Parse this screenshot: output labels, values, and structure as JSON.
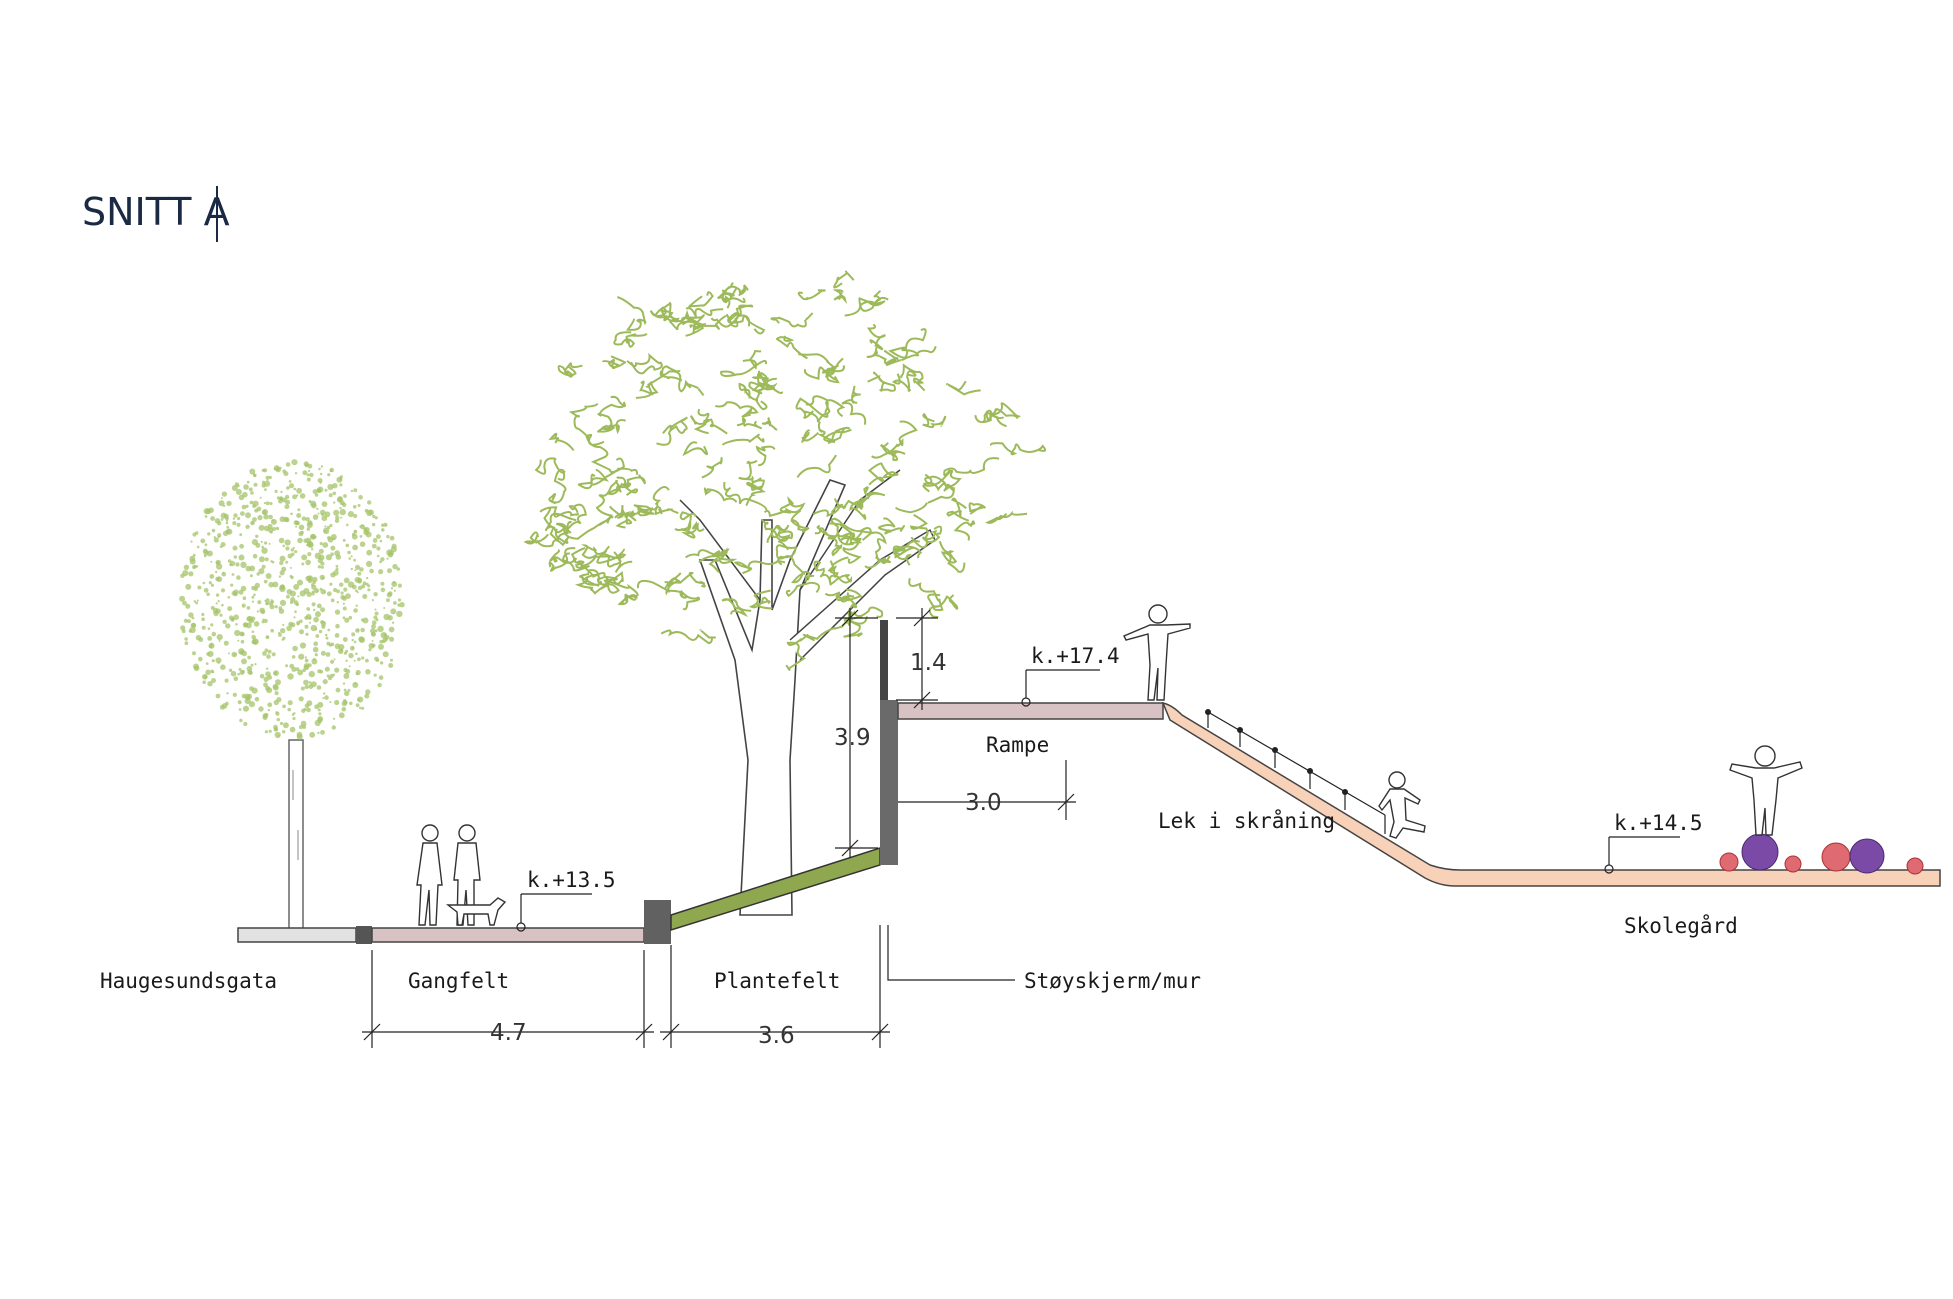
{
  "title": "SNITT A",
  "labels": {
    "haugesundsgata": "Haugesundsgata",
    "gangfelt": "Gangfelt",
    "plantefelt": "Plantefelt",
    "stoyskjerm": "Støyskjerm/mur",
    "rampe": "Rampe",
    "lek": "Lek i skråning",
    "skolegard": "Skolegård"
  },
  "levels": {
    "gangfelt": "k.+13.5",
    "rampe": "k.+17.4",
    "skolegard": "k.+14.5"
  },
  "dimensions": {
    "gangfelt_width": "4.7",
    "plantefelt_width": "3.6",
    "wall_height": "3.9",
    "wall_above_rampe": "1.4",
    "rampe_width": "3.0"
  },
  "colors": {
    "title": "#1b2a44",
    "pavement": "#d9c2c4",
    "street": "#e2e2e2",
    "planting": "#8fa84f",
    "wall": "#6a6a6a",
    "slope": "#f7d1b8",
    "ball_red": "#e06a72",
    "ball_purple": "#7b4aa6",
    "foliage": "#9dba5a"
  }
}
